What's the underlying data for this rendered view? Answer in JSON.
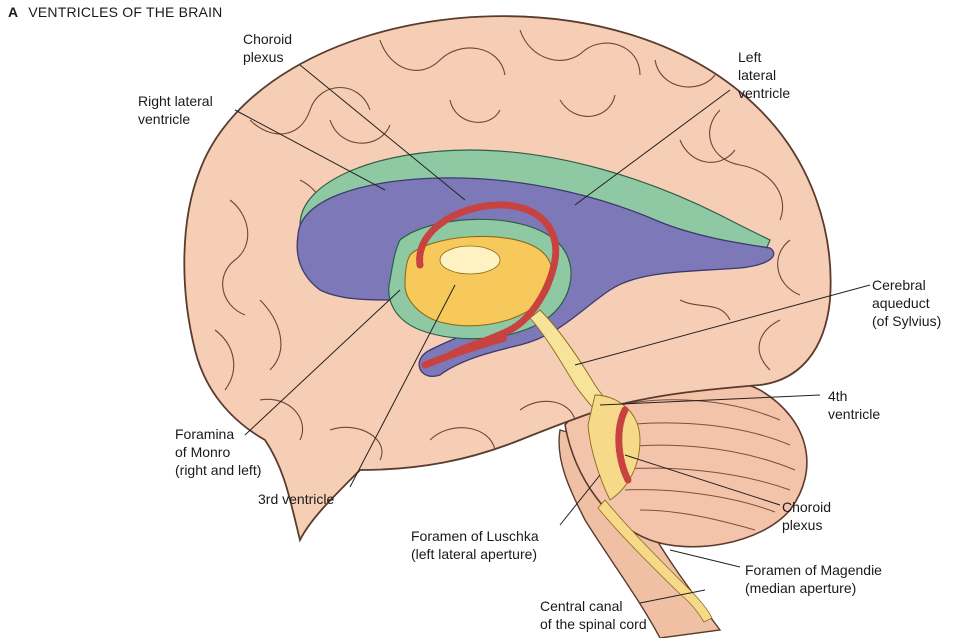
{
  "figure": {
    "letter": "A",
    "title": "VENTRICLES OF THE BRAIN"
  },
  "labels": {
    "choroid_plexus_top": "Choroid\nplexus",
    "right_lateral_ventricle": "Right lateral\nventricle",
    "left_lateral_ventricle": "Left\nlateral\nventricle",
    "cerebral_aqueduct": "Cerebral\naqueduct\n(of Sylvius)",
    "fourth_ventricle": "4th\nventricle",
    "foramina_of_monro": "Foramina\nof Monro\n(right and left)",
    "third_ventricle": "3rd ventricle",
    "choroid_plexus_bottom": "Choroid\nplexus",
    "foramen_of_luschka": "Foramen of Luschka\n(left lateral aperture)",
    "foramen_of_magendie": "Foramen of Magendie\n(median aperture)",
    "central_canal": "Central canal\nof the spinal cord"
  },
  "colors": {
    "brain": "#f6cdb5",
    "brain_outline": "#5a3b2e",
    "lateral_ventricle": "#7d79b8",
    "choroid_green": "#8fc9a4",
    "third_ventricle": "#f7c95a",
    "choroid_red": "#c8423f",
    "cerebellum": "#f3c3aa",
    "spinal_cord": "#f0c0a5",
    "leader": "#222222"
  }
}
